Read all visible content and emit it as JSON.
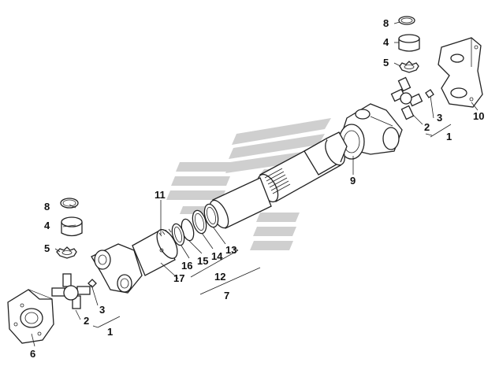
{
  "callouts": {
    "c1_right": "1",
    "c2_right": "2",
    "c3_right": "3",
    "c4_right": "4",
    "c5_right": "5",
    "c8_right": "8",
    "c9": "9",
    "c10": "10",
    "c1_left": "1",
    "c2_left": "2",
    "c3_left": "3",
    "c4_left": "4",
    "c5_left": "5",
    "c6": "6",
    "c7": "7",
    "c8_left": "8",
    "c11": "11",
    "c12": "12",
    "c13": "13",
    "c14": "14",
    "c15": "15",
    "c16": "16",
    "c17": "17"
  },
  "colors": {
    "line": "#222222",
    "watermark": "#cfcfcf",
    "background": "#ffffff"
  }
}
